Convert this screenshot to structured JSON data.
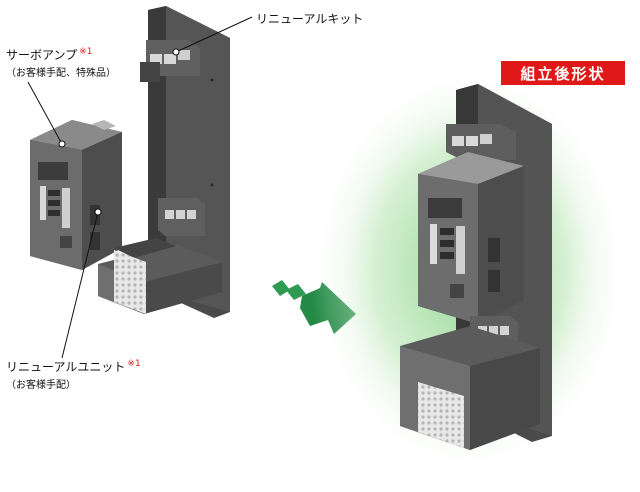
{
  "labels": {
    "renewal_kit": "リニューアルキット",
    "servo_amp": "サーボアンプ",
    "servo_amp_note": "※1",
    "servo_amp_sub": "（お客様手配、特殊品）",
    "renewal_unit": "リニューアルユニット",
    "renewal_unit_note": "※1",
    "renewal_unit_sub": "（お客様手配）"
  },
  "badge": {
    "text": "組立後形状",
    "color": "#e01818"
  },
  "colors": {
    "panel": "#4c4c4c",
    "panel_dark": "#333333",
    "body": "#6a6a6a",
    "arrow": "#238a46",
    "glow": "#88d488"
  }
}
